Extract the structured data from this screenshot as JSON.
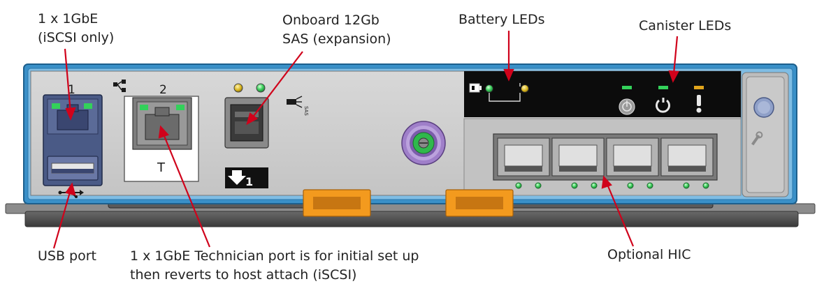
{
  "callouts": {
    "gbe_iscsi": {
      "line1": "1 x 1GbE",
      "line2": "(iSCSI only)"
    },
    "onboard_sas": {
      "line1": "Onboard 12Gb",
      "line2": "SAS (expansion)"
    },
    "battery_leds": "Battery LEDs",
    "canister_leds": "Canister LEDs",
    "usb_port": "USB port",
    "technician_port": {
      "line1": "1 x 1GbE Technician port is for initial set up",
      "line2": "then reverts to host attach (iSCSI)"
    },
    "optional_hic": "Optional HIC"
  },
  "panel": {
    "port1_number": "1",
    "port2_number": "2",
    "port2_tag": "T",
    "sas_port_number": "1",
    "sas_icon_label": "SAS"
  },
  "colors": {
    "arrow_red": "#d0021b",
    "chassis_blue": "#3a90c8",
    "panel_gray": "#cfcfcf",
    "led_green": "#33d15a",
    "latch_orange": "#f39a1e",
    "hic_panel": "#c2c2c2",
    "led_panel_black": "#0c0c0c"
  },
  "icons": [
    "network-icon",
    "usb-icon",
    "wrench-icon",
    "power-icon",
    "reset-icon",
    "attention-icon",
    "battery-icon"
  ]
}
